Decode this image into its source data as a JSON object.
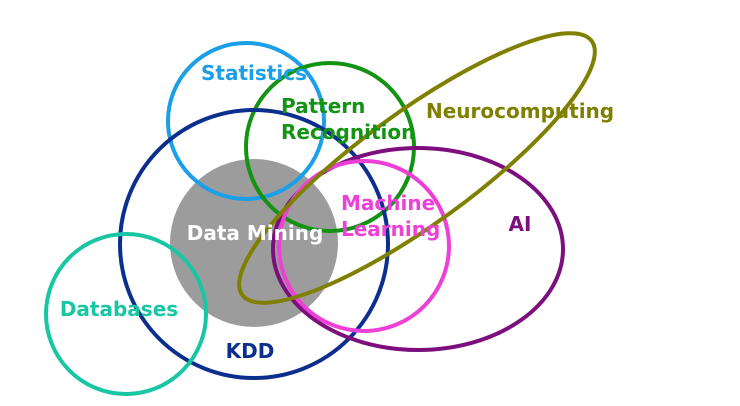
{
  "diagram": {
    "labels": {
      "statistics": "Statistics",
      "pattern_line1": "Pattern",
      "pattern_line2": "Recognition",
      "neurocomputing": "Neurocomputing",
      "machine_line1": "Machine",
      "machine_line2": "Learning",
      "ai": "AI",
      "data_mining": "Data Mining",
      "databases": "Databases",
      "kdd": "KDD"
    },
    "colors": {
      "statistics": "#1a9fe8",
      "pattern_recognition": "#129412",
      "neurocomputing": "#808000",
      "machine_learning": "#ee3fd6",
      "ai": "#7d0e7d",
      "data_mining_fill": "#9c9c9c",
      "data_mining_text": "#ffffff",
      "databases": "#17c6a3",
      "kdd": "#0c2f8f"
    }
  }
}
